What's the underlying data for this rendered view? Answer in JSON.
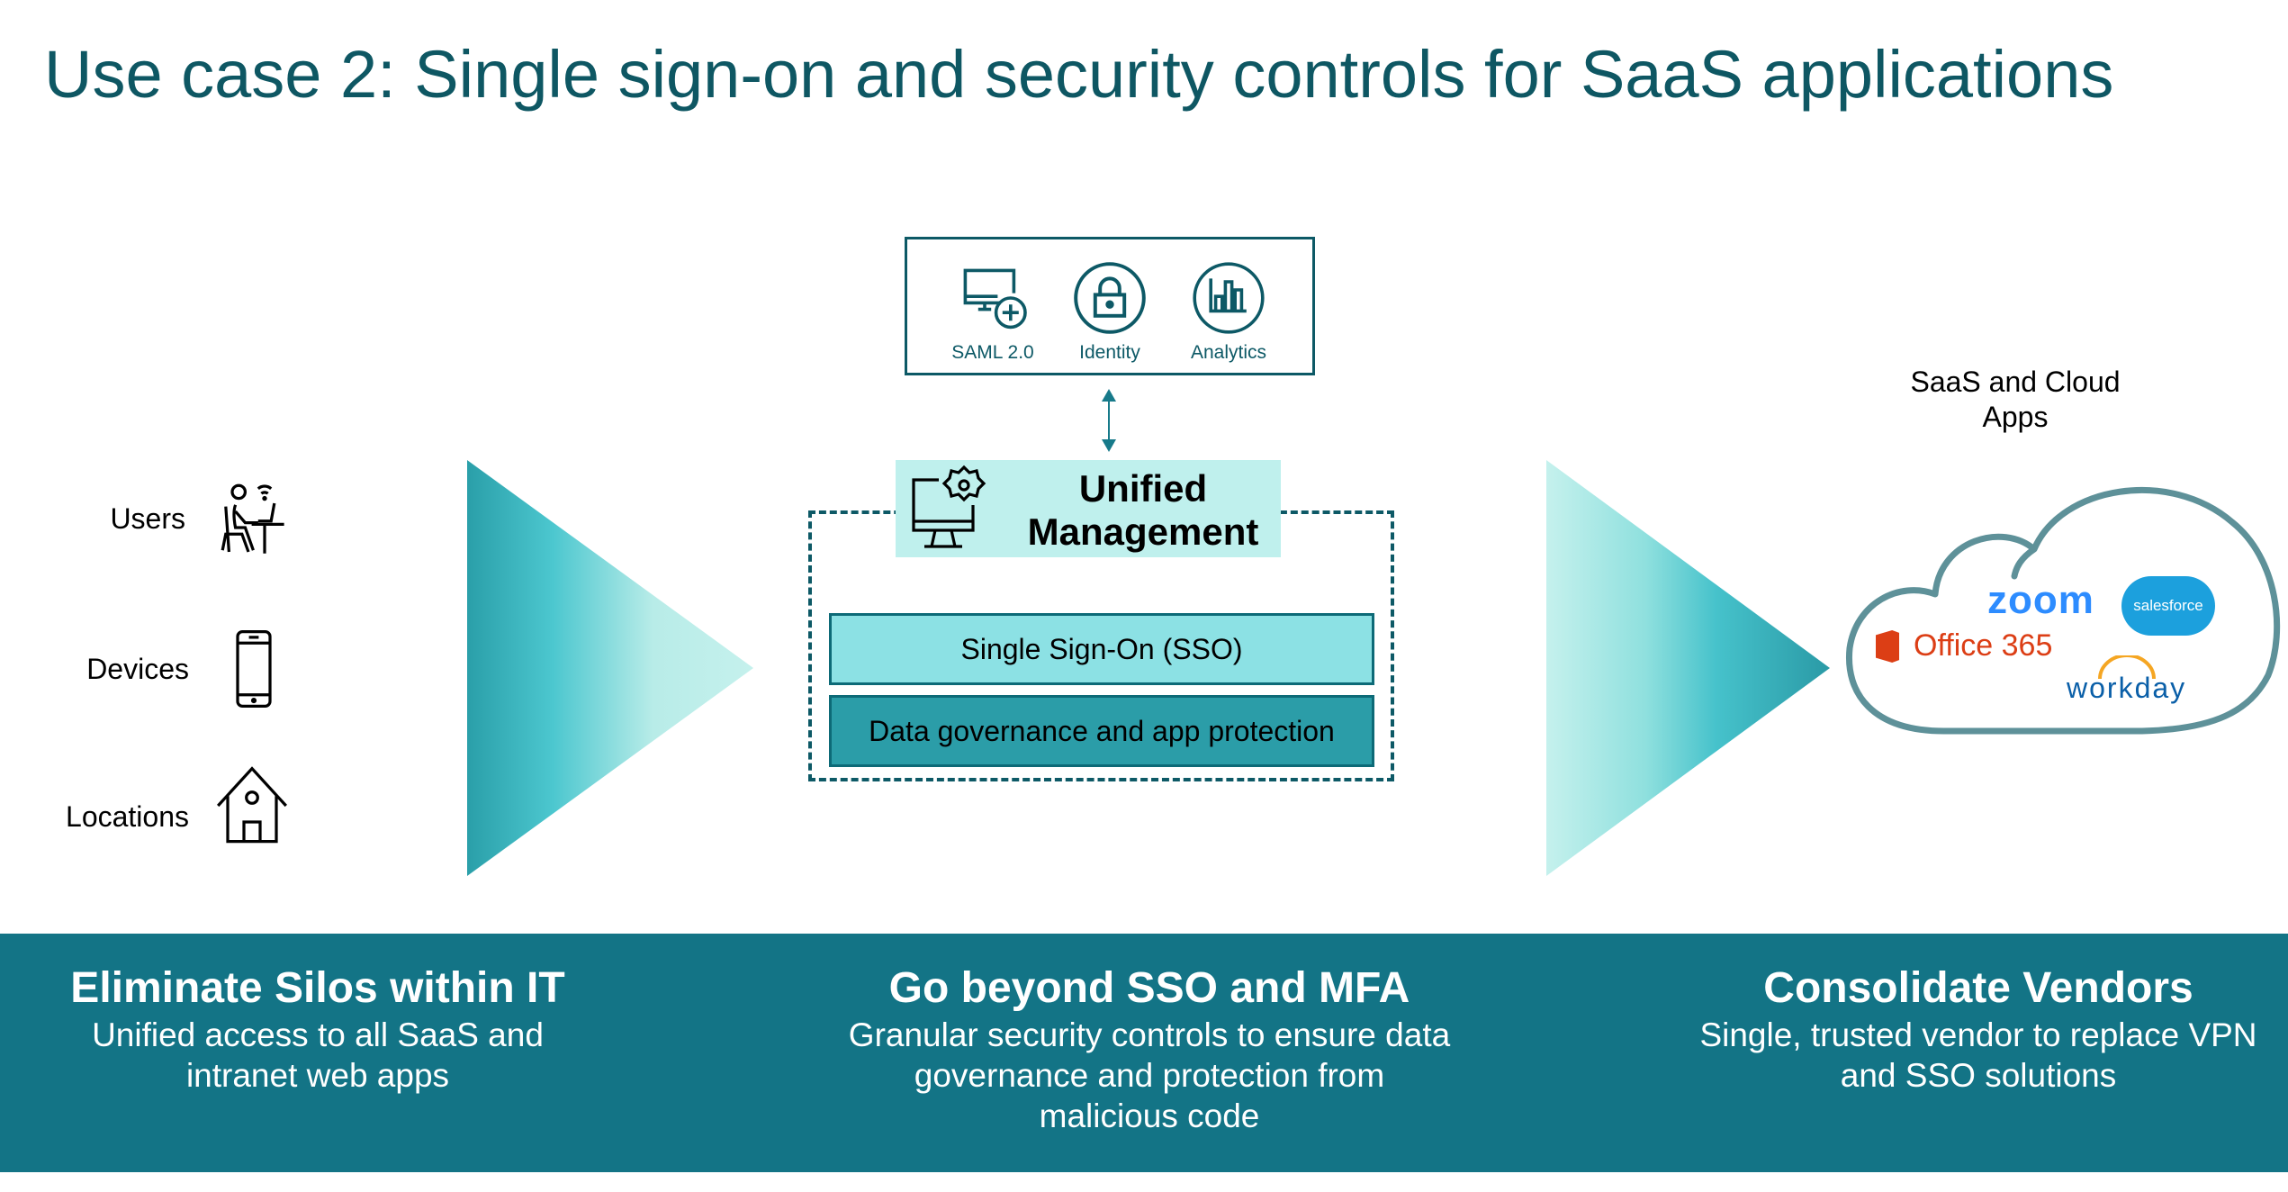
{
  "title": "Use case 2: Single sign-on and security controls for SaaS applications",
  "sources": [
    {
      "label": "Users",
      "icon": "user-at-desk-icon"
    },
    {
      "label": "Devices",
      "icon": "smartphone-icon"
    },
    {
      "label": "Locations",
      "icon": "house-icon"
    }
  ],
  "capabilities": [
    {
      "label": "SAML 2.0",
      "icon": "monitor-plus-icon"
    },
    {
      "label": "Identity",
      "icon": "lock-icon"
    },
    {
      "label": "Analytics",
      "icon": "bar-chart-icon"
    }
  ],
  "unified_management": {
    "line1": "Unified",
    "line2": "Management"
  },
  "layers": {
    "sso": "Single Sign-On (SSO)",
    "data_governance": "Data governance and app protection"
  },
  "saas": {
    "label_line1": "SaaS and Cloud",
    "label_line2": "Apps",
    "apps": [
      "zoom",
      "salesforce",
      "Office 365",
      "workday"
    ]
  },
  "benefits": [
    {
      "heading": "Eliminate Silos within IT",
      "body": [
        "Unified access to all SaaS and",
        "intranet web apps"
      ]
    },
    {
      "heading": "Go beyond SSO and MFA",
      "body": [
        "Granular security controls to ensure data",
        "governance and protection from",
        "malicious code"
      ]
    },
    {
      "heading": "Consolidate Vendors",
      "body": [
        "Single, trusted vendor to replace VPN",
        "and SSO solutions"
      ]
    }
  ],
  "colors": {
    "title": "#0e5763",
    "band": "#137486",
    "sso": "#8ce1e4",
    "data_governance": "#2b9da8",
    "unified": "#bff0ed"
  }
}
